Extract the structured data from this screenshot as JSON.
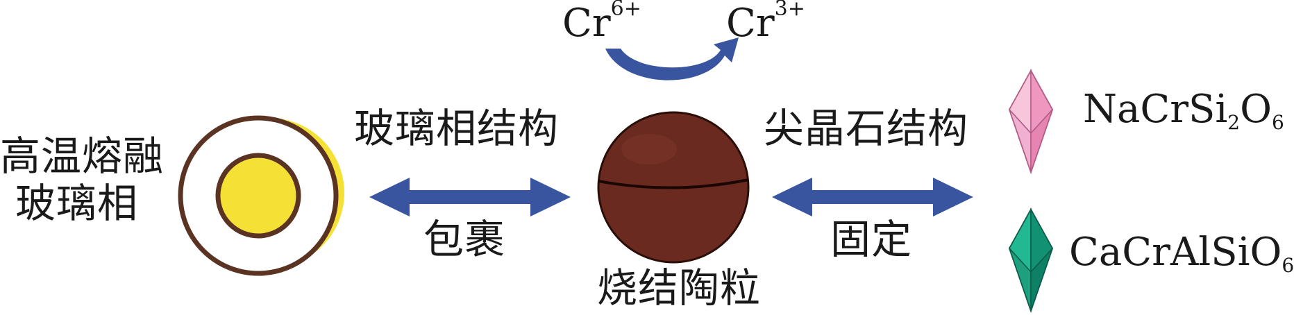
{
  "left": {
    "line1": "高温熔融",
    "line2": "玻璃相",
    "arrow_top": "玻璃相结构",
    "arrow_bottom": "包裹"
  },
  "center": {
    "label": "烧结陶粒"
  },
  "redox": {
    "from_species": "Cr",
    "from_charge": "6+",
    "to_species": "Cr",
    "to_charge": "3+"
  },
  "right": {
    "arrow_top": "尖晶石结构",
    "arrow_bottom": "固定",
    "mineral1": {
      "prefix": "NaCrSi",
      "sub1": "2",
      "mid": "O",
      "sub2": "6"
    },
    "mineral2": {
      "prefix": "CaCrAlSiO",
      "sub1": "6"
    }
  },
  "colors": {
    "arrow": "#3a55a0",
    "particle": "#6a2a20",
    "yellow": "#f5e035",
    "ring": "#5a3322",
    "pink": "#f2a8c8",
    "teal": "#1aa582"
  }
}
